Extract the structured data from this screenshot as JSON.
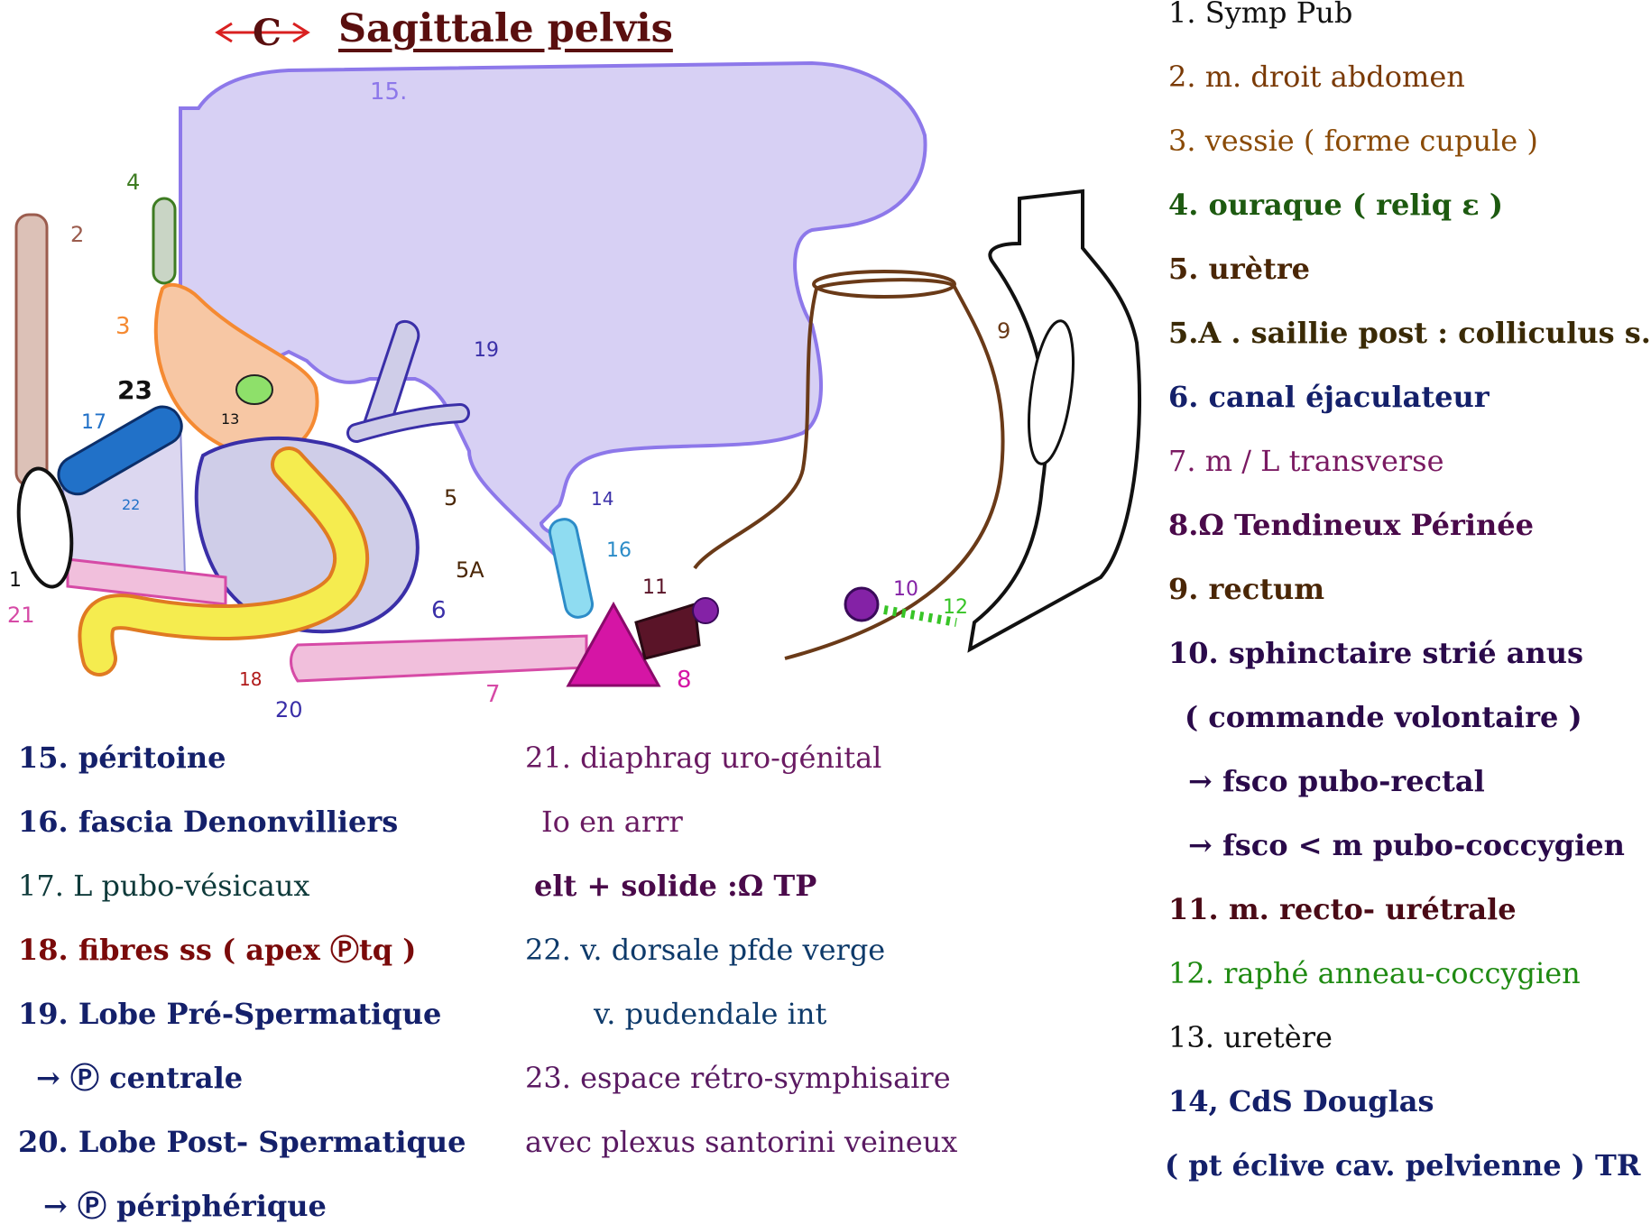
{
  "title": "Sagittale pelvis",
  "title_symbol": "C",
  "colors": {
    "peritoine": "#d7d0f4",
    "peritoine_stroke": "#8d78ea",
    "vessie": "#f7c7a4",
    "vessie_stroke": "#f58a32",
    "urethra": "#f5ec4f",
    "urethra_stroke": "#e07a22",
    "prostate": "#cfcde8",
    "prostate_stroke": "#3a2fa8",
    "pink": "#f1bfdc",
    "pink_stroke": "#d64aa6",
    "magenta": "#d515a5",
    "rectum_stroke": "#6a3a18",
    "symp_fill": "#ffffff",
    "abdomen_fill": "#dcc1b7",
    "abdomen_stroke": "#9b5c4e",
    "ouraque_fill": "#c9d5c5",
    "ouraque_stroke": "#3e7c22",
    "ligament_fill": "#2171c8",
    "plexus_fill": "#dcd7f0",
    "fascia_fill": "#8fdcf1",
    "recto_fill": "#5a1428",
    "sphincter_fill": "#8422a6",
    "raphe_stroke": "#37c426"
  },
  "labels": {
    "n1": "1",
    "n2": "2",
    "n3": "3",
    "n4": "4",
    "n5": "5",
    "n5a": "5A",
    "n6": "6",
    "n7": "7",
    "n8": "8",
    "n9": "9",
    "n10": "10",
    "n11": "11",
    "n12": "12",
    "n13": "13",
    "n14": "14",
    "n15": "15.",
    "n16": "16",
    "n17": "17",
    "n18": "18",
    "n19": "19",
    "n20": "20",
    "n21": "21",
    "n22": "22",
    "n23": "23"
  },
  "legend_right": [
    {
      "text": "1. Symp Pub",
      "color": "#111111",
      "bold": false
    },
    {
      "text": "2. m. droit abdomen",
      "color": "#7a3a06",
      "bold": false
    },
    {
      "text": "3. vessie ( forme cupule )",
      "color": "#8a4a06",
      "bold": false
    },
    {
      "text": "4. ouraque ( reliq ε )",
      "color": "#1d5a10",
      "bold": true
    },
    {
      "text": "5. urètre",
      "color": "#4a2606",
      "bold": true
    },
    {
      "text": "5.A . saillie post : colliculus s.",
      "color": "#3a2a06",
      "bold": true
    },
    {
      "text": "6. canal éjaculateur",
      "color": "#14206a",
      "bold": true
    },
    {
      "text": "7. m / L  transverse",
      "color": "#7a1a62",
      "bold": false
    },
    {
      "text": "8.Ω Tendineux Périnée",
      "color": "#4a0a4a",
      "bold": true
    },
    {
      "text": "9. rectum",
      "color": "#4a2606",
      "bold": true
    },
    {
      "text": "10. sphinctaire strié anus",
      "color": "#2a0a4a",
      "bold": true
    },
    {
      "text": "( commande volontaire )",
      "color": "#2a0a4a",
      "bold": true
    },
    {
      "text": "→ fsco pubo-rectal",
      "color": "#2a0a4a",
      "bold": true
    },
    {
      "text": "→ fsco < m pubo-coccygien",
      "color": "#2a0a4a",
      "bold": true
    },
    {
      "text": "11. m. recto- urétrale",
      "color": "#4a0a16",
      "bold": true
    },
    {
      "text": "12. raphé anneau-coccygien",
      "color": "#1f8a12",
      "bold": false
    },
    {
      "text": "13. uretère",
      "color": "#111111",
      "bold": false
    },
    {
      "text": "14, CdS Douglas",
      "color": "#14206a",
      "bold": true
    },
    {
      "text": "( pt éclive cav. pelvienne ) TR",
      "color": "#14206a",
      "bold": true
    }
  ],
  "legend_left": [
    {
      "text": "15. péritoine",
      "color": "#14206a",
      "bold": true
    },
    {
      "text": "16. fascia Denonvilliers",
      "color": "#14206a",
      "bold": true
    },
    {
      "text": "17. L   pubo-vésicaux",
      "color": "#0e3a3a",
      "bold": false
    },
    {
      "text": "18. fibres ss ( apex Ⓟtq )",
      "color": "#7a0a0a",
      "bold": true
    },
    {
      "text": "19. Lobe Pré-Spermatique",
      "color": "#14206a",
      "bold": true
    },
    {
      "text": "→ Ⓟ centrale",
      "color": "#14206a",
      "bold": true
    },
    {
      "text": "20. Lobe Post- Spermatique",
      "color": "#14206a",
      "bold": true
    },
    {
      "text": "→ Ⓟ périphérique",
      "color": "#14206a",
      "bold": true
    }
  ],
  "legend_middle": [
    {
      "text": "21. diaphrag uro-génital",
      "color": "#6a1a62",
      "bold": false
    },
    {
      "text": "Io en arrr",
      "color": "#6a1a62",
      "bold": false
    },
    {
      "text": "elt + solide :Ω TP",
      "color": "#4a0a4a",
      "bold": true
    },
    {
      "text": "22. v. dorsale pfde verge",
      "color": "#0e3a6a",
      "bold": false
    },
    {
      "text": "v. pudendale int",
      "color": "#0e3a6a",
      "bold": false
    },
    {
      "text": "23. espace rétro-symphisaire",
      "color": "#5a1a62",
      "bold": false
    },
    {
      "text": "avec plexus santorini veineux",
      "color": "#5a1a62",
      "bold": false
    }
  ]
}
